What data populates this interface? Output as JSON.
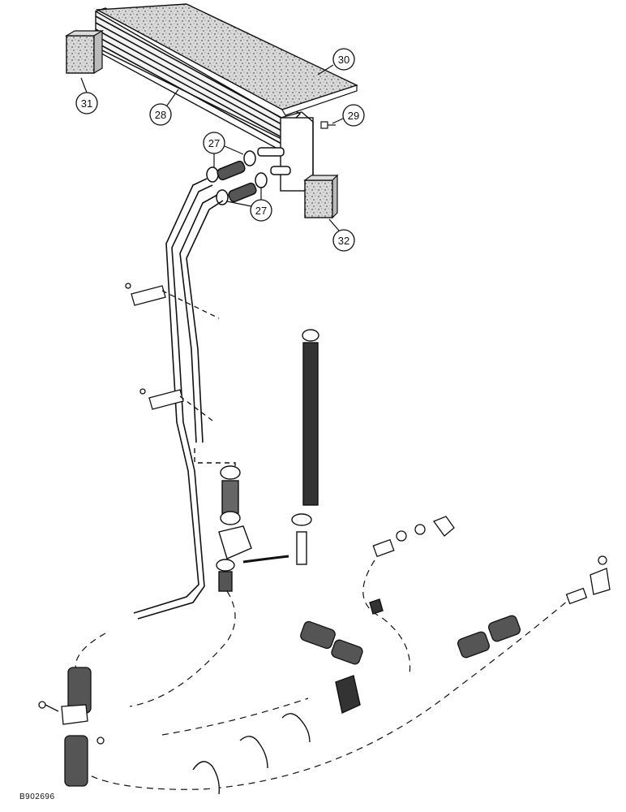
{
  "callouts": {
    "c27a": "27",
    "c27b": "27",
    "c28": "28",
    "c29": "29",
    "c30": "30",
    "c31": "31",
    "c32": "32"
  },
  "figure_id": "B902696",
  "colors": {
    "ink": "#111111",
    "paper": "#ffffff",
    "mesh": "#9a9a9a"
  }
}
